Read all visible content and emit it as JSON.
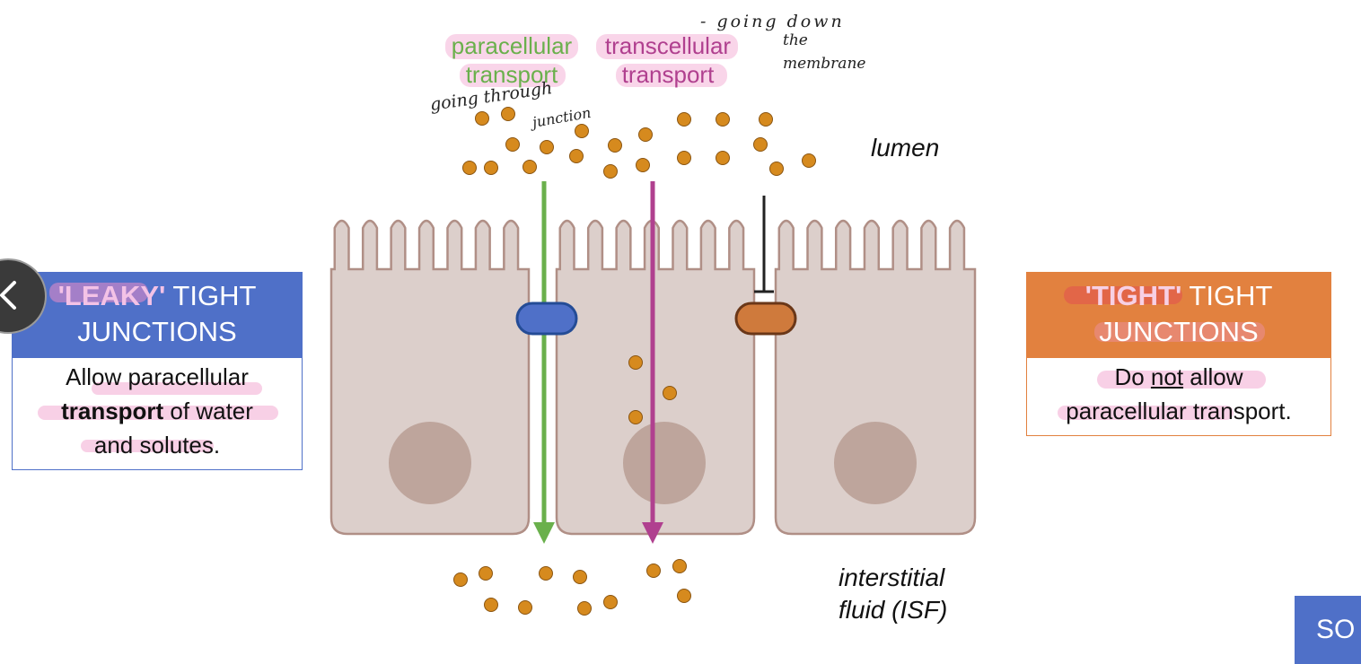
{
  "labels": {
    "paracellular_line1": "paracellular",
    "paracellular_line2": "transport",
    "transcellular_line1": "transcellular",
    "transcellular_line2": "transport",
    "lumen": "lumen",
    "isf_line1": "interstitial",
    "isf_line2": "fluid (ISF)"
  },
  "handwritten_notes": {
    "paracellular_note_line1": "going through",
    "paracellular_note_line2": "junction",
    "transcellular_note_line1": "- going down",
    "transcellular_note_line2": "the",
    "transcellular_note_line3": "membrane"
  },
  "leaky_card": {
    "title_quoted": "'LEAKY'",
    "title_rest": " TIGHT",
    "title_line2": "JUNCTIONS",
    "body_allow": "Allow ",
    "body_bold1": "paracellular",
    "body_bold2": "transport",
    "body_rest": " of water",
    "body_line3": "and solutes."
  },
  "tight_card": {
    "title_quoted": "'TIGHT'",
    "title_rest": " TIGHT",
    "title_line2": "JUNCTIONS",
    "body_do": "Do ",
    "body_not": "not",
    "body_allow": " allow",
    "body_line2": "paracellular transport."
  },
  "nav": {
    "prev_icon": "chevron-left-icon",
    "so_label": "SO"
  },
  "colors": {
    "paracellular": "#6ab04c",
    "transcellular": "#b0408f",
    "leaky": "#4f70c8",
    "tight": "#e2813f",
    "cell_fill": "#dccfcb",
    "cell_stroke": "#b08f86",
    "nucleus": "#bea59c",
    "solute": "#d68a1e"
  }
}
